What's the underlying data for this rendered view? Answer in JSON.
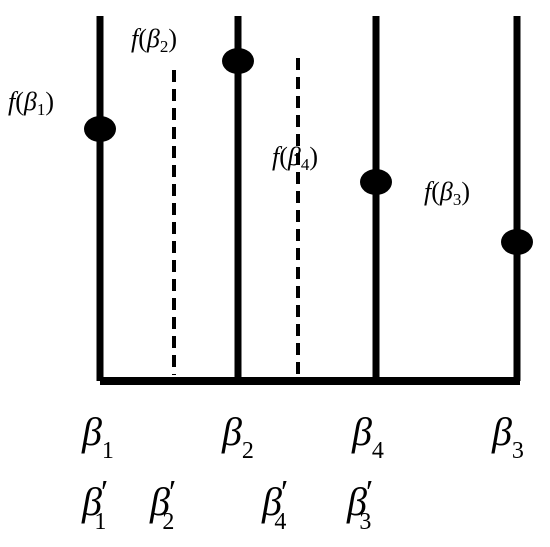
{
  "diagram": {
    "bottom_labels": [
      {
        "sym": "β",
        "sub": "1"
      },
      {
        "sym": "β",
        "sub": "2"
      },
      {
        "sym": "β",
        "sub": "4"
      },
      {
        "sym": "β",
        "sub": "3"
      }
    ],
    "prime_labels": [
      {
        "sym": "β",
        "sub": "1",
        "mark": "′"
      },
      {
        "sym": "β",
        "sub": "2",
        "mark": "′"
      },
      {
        "sym": "β",
        "sub": "4",
        "mark": "′"
      },
      {
        "sym": "β",
        "sub": "3",
        "mark": "′"
      }
    ],
    "points": [
      {
        "fn": "f",
        "open": "(",
        "sym": "β",
        "sub": "1",
        "close": ")"
      },
      {
        "fn": "f",
        "open": "(",
        "sym": "β",
        "sub": "2",
        "close": ")"
      },
      {
        "fn": "f",
        "open": "(",
        "sym": "β",
        "sub": "4",
        "close": ")"
      },
      {
        "fn": "f",
        "open": "(",
        "sym": "β",
        "sub": "3",
        "close": ")"
      }
    ]
  }
}
